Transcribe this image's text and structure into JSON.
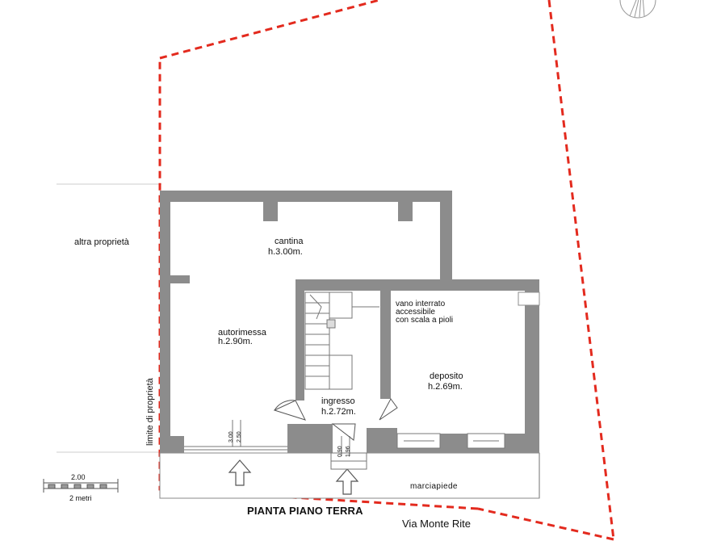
{
  "rooms": {
    "cantina": {
      "name": "cantina",
      "height": "h.3.00m."
    },
    "autorimessa": {
      "name": "autorimessa",
      "height": "h.2.90m."
    },
    "ingresso": {
      "name": "ingresso",
      "height": "h.2.72m."
    },
    "deposito": {
      "name": "deposito",
      "height": "h.2.69m."
    },
    "vano": {
      "line1": "vano interrato",
      "line2": "accessibile",
      "line3": "con scala a pioli"
    }
  },
  "labels": {
    "altra_proprieta": "altra proprietà",
    "limite_proprieta": "limite di proprietà",
    "marciapiede": "marciapiede",
    "title": "PIANTA PIANO TERRA",
    "street": "Via Monte Rite"
  },
  "dimensions": {
    "garage_door": [
      "3.00",
      "2.50"
    ],
    "entry_door": [
      "0.90",
      "1.96"
    ]
  },
  "scale": {
    "value": "2.00",
    "unit": "2 metri"
  },
  "colors": {
    "wall": "#8c8c8c",
    "boundary": "#e32a1e",
    "text": "#111111"
  }
}
